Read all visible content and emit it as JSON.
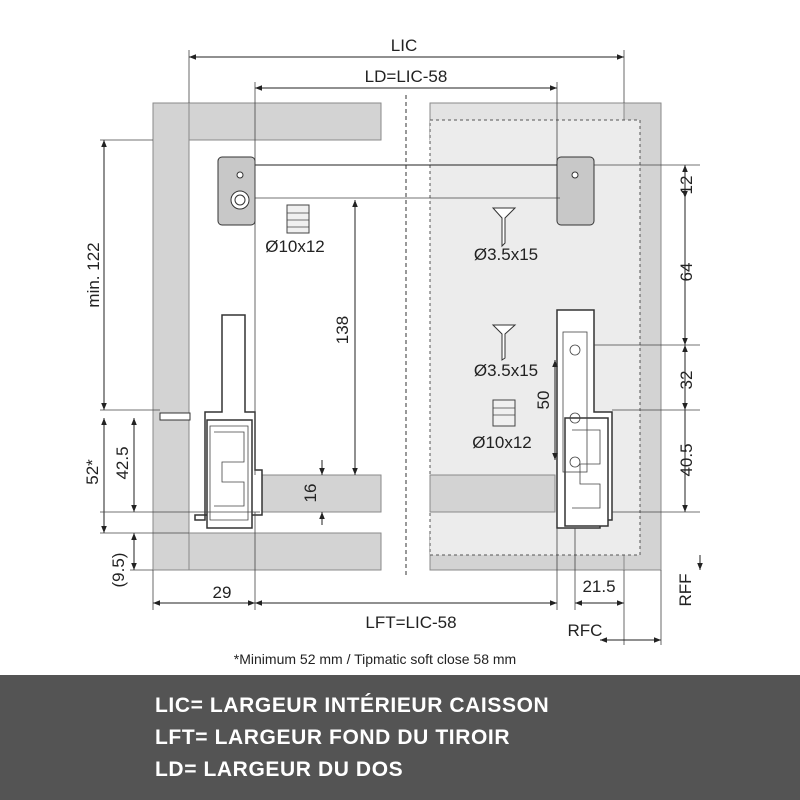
{
  "dimensions": {
    "lic": "LIC",
    "ld": "LD=LIC-58",
    "lft": "LFT=LIC-58",
    "rfc": "RFC",
    "rff": "RFF",
    "min122": "min. 122",
    "d138": "138",
    "d16": "16",
    "d12": "12",
    "d64": "64",
    "d32": "32",
    "d50": "50",
    "d40_5": "40.5",
    "d42_5": "42.5",
    "d52": "52*",
    "d9_5": "(9.5)",
    "d29": "29",
    "d21_5": "21.5"
  },
  "hardware": {
    "dowel_left": "Ø10x12",
    "screw_top": "Ø3.5x15",
    "screw_mid": "Ø3.5x15",
    "dowel_right": "Ø10x12"
  },
  "footnote": "*Minimum 52 mm / Tipmatic soft close 58 mm",
  "legend": {
    "line1": "LIC= LARGEUR INTÉRIEUR CAISSON",
    "line2": "LFT= LARGEUR FOND DU TIROIR",
    "line3": "LD= LARGEUR DU DOS"
  },
  "colors": {
    "legend_background": "#545454",
    "panel_grey": "#d3d3d3",
    "line": "#222222"
  }
}
